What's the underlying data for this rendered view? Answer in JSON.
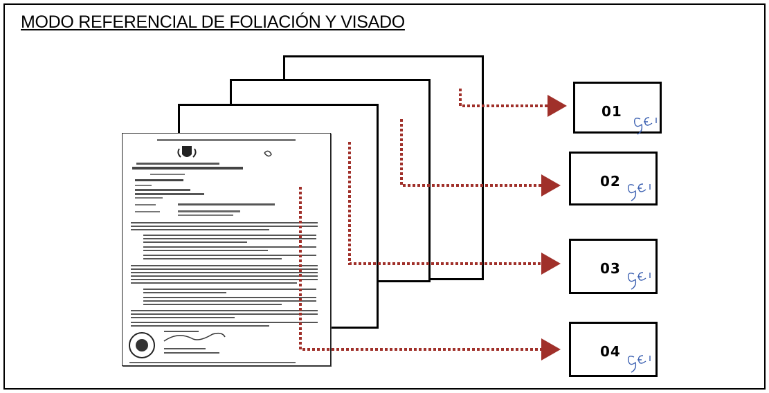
{
  "title": "MODO REFERENCIAL DE FOLIACIÓN Y VISADO",
  "pages": [
    {
      "label": "01",
      "signature": "G-G."
    },
    {
      "label": "02",
      "signature": "G-G."
    },
    {
      "label": "03",
      "signature": "G-G."
    },
    {
      "label": "04",
      "signature": "G-G."
    }
  ],
  "colors": {
    "arrow": "#a0302a",
    "signature": "#3a5fb0",
    "border": "#000000"
  }
}
